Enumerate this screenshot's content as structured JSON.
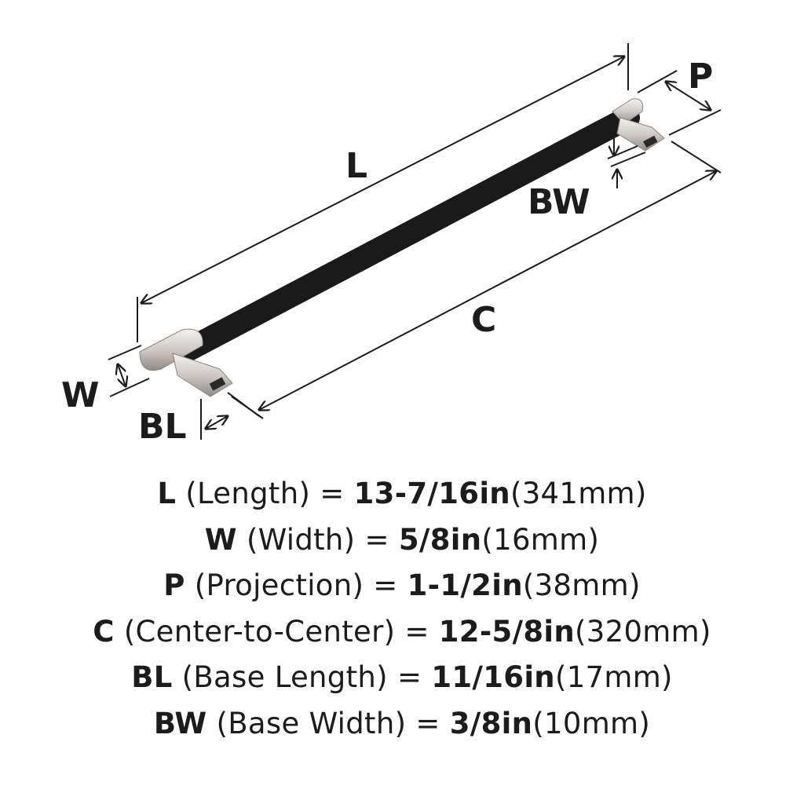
{
  "diagram": {
    "labels": {
      "L": "L",
      "P": "P",
      "BW": "BW",
      "C": "C",
      "W": "W",
      "BL": "BL"
    },
    "colors": {
      "bar": "#1a1a1a",
      "finish": "#d8d4d0",
      "line": "#1c1c1c"
    }
  },
  "specs": [
    {
      "key": "L",
      "name": "(Length) =",
      "imperial": "13-7/16in",
      "metric": "(341mm)"
    },
    {
      "key": "W",
      "name": "(Width) =",
      "imperial": "5/8in",
      "metric": "(16mm)"
    },
    {
      "key": "P",
      "name": "(Projection) =",
      "imperial": "1-1/2in",
      "metric": "(38mm)"
    },
    {
      "key": "C",
      "name": "(Center-to-Center) =",
      "imperial": "12-5/8in",
      "metric": "(320mm)"
    },
    {
      "key": "BL",
      "name": "(Base Length) =",
      "imperial": "11/16in",
      "metric": "(17mm)"
    },
    {
      "key": "BW",
      "name": "(Base Width) =",
      "imperial": "3/8in",
      "metric": "(10mm)"
    }
  ]
}
